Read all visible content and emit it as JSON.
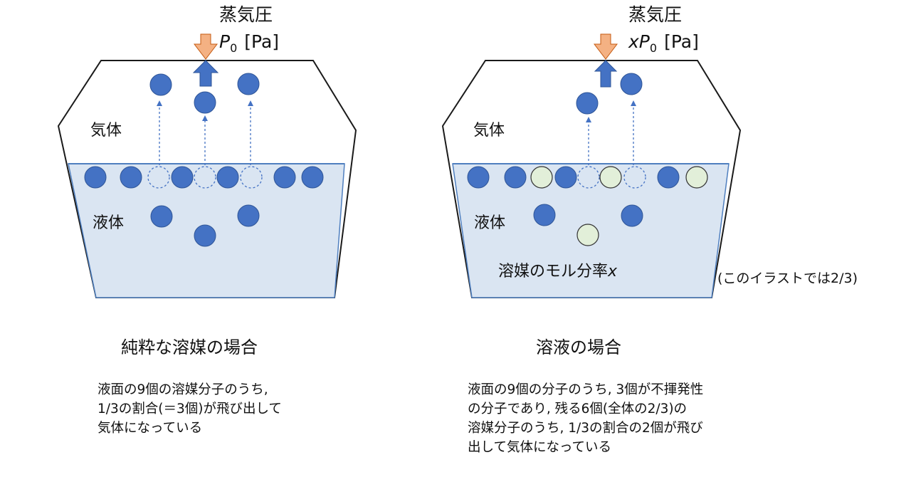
{
  "colors": {
    "solvent": "#4472c4",
    "solute": "#e2efd9",
    "solute_stroke": "#333333",
    "liquid": "#dae5f2",
    "down_arrow": "#f4b183",
    "up_arrow": "#4472c4",
    "outline": "#1a1a1a"
  },
  "left": {
    "vapor_title": "蒸気圧",
    "vapor_symbol": "P",
    "vapor_sub": "0",
    "vapor_unit": "[Pa]",
    "gas_label": "気体",
    "liquid_label": "液体",
    "caption": "純粋な溶媒の場合",
    "note_lines": [
      "液面の9個の溶媒分子のうち,",
      "1/3の割合(＝3個)が飛び出して",
      "気体になっている"
    ]
  },
  "right": {
    "vapor_title": "蒸気圧",
    "vapor_prefix": "x",
    "vapor_symbol": "P",
    "vapor_sub": "0",
    "vapor_unit": "[Pa]",
    "gas_label": "気体",
    "liquid_label": "液体",
    "mole_fraction_label": "溶媒のモル分率",
    "mole_fraction_var": "x",
    "ratio_note": "(このイラストでは2/3)",
    "caption": "溶液の場合",
    "note_lines": [
      "液面の9個の分子のうち, 3個が不揮発性",
      "の分子であり, 残る6個(全体の2/3)の",
      "溶媒分子のうち, 1/3の割合の2個が飛び",
      "出して気体になっている"
    ]
  },
  "icons": {
    "down": "down-arrow-icon",
    "up": "up-arrow-icon"
  }
}
